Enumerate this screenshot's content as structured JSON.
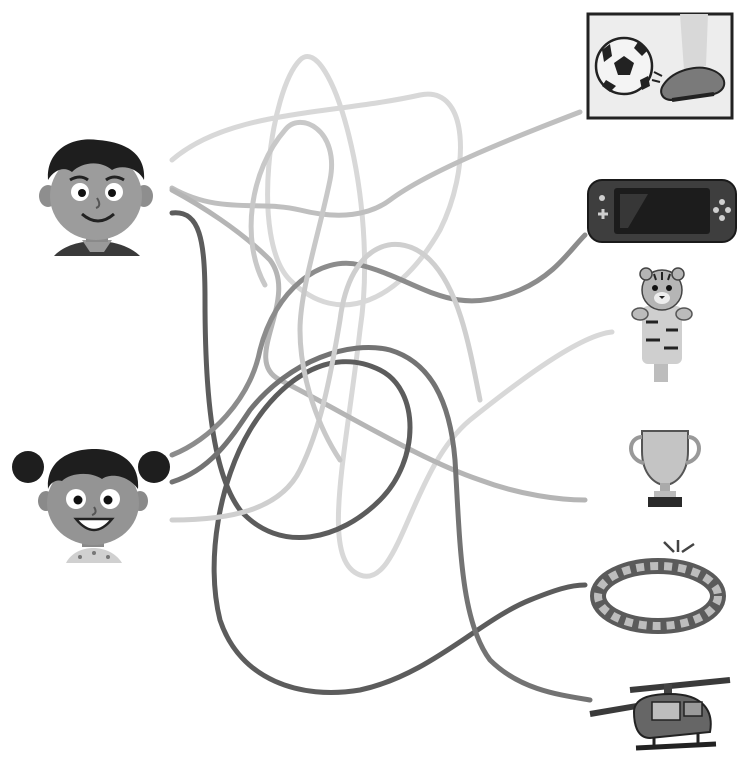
{
  "puzzle": {
    "type": "tangled-lines-matching",
    "characters": [
      {
        "id": "boy",
        "icon": "boy-face-icon"
      },
      {
        "id": "girl",
        "icon": "girl-face-icon"
      }
    ],
    "items": [
      {
        "id": "soccer",
        "icon": "soccer-ball-kick-icon"
      },
      {
        "id": "console",
        "icon": "handheld-game-console-icon"
      },
      {
        "id": "tiger-puppet",
        "icon": "tiger-finger-puppet-icon"
      },
      {
        "id": "trophy",
        "icon": "trophy-cup-icon"
      },
      {
        "id": "headband",
        "icon": "braided-headband-icon"
      },
      {
        "id": "helicopter",
        "icon": "toy-helicopter-icon"
      }
    ],
    "line_tones": [
      "#d4d4d4",
      "#bdbdbd",
      "#a3a3a3",
      "#8a8a8a",
      "#707070",
      "#555555"
    ]
  }
}
